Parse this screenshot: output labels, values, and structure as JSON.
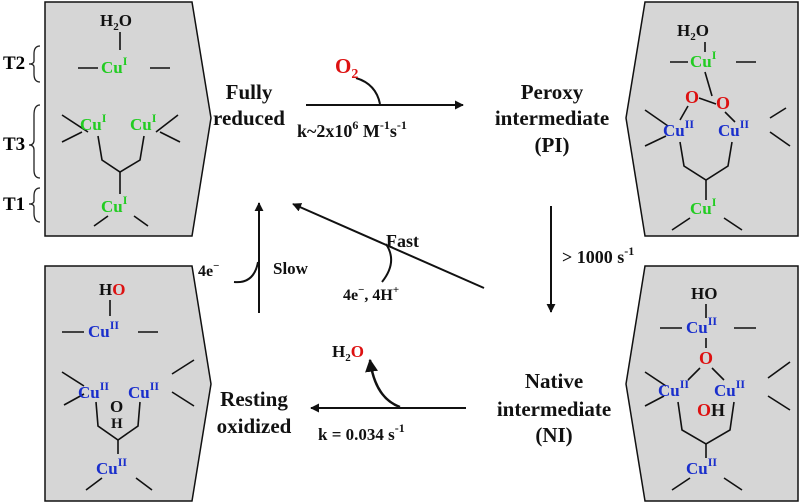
{
  "colors": {
    "panel_fill": "#d6d6d6",
    "panel_stroke": "#111111",
    "cu_I": "#22cc22",
    "cu_II": "#1a2fcc",
    "oxygen": "#dd1111",
    "text": "#111111"
  },
  "site_labels": {
    "t2": "T2",
    "t3": "T3",
    "t1": "T1"
  },
  "states": {
    "fully_reduced": {
      "line1": "Fully",
      "line2": "reduced"
    },
    "peroxy": {
      "line1": "Peroxy",
      "line2": "intermediate",
      "line3": "(PI)"
    },
    "native": {
      "line1": "Native",
      "line2": "intermediate",
      "line3": "(NI)"
    },
    "resting": {
      "line1": "Resting",
      "line2": "oxidized"
    }
  },
  "reactions": {
    "o2_reagent": {
      "main": "O",
      "sub": "2"
    },
    "rate_pi": {
      "main": "k~2x10",
      "exp1": "6",
      "mid": " M",
      "exp2": "-1",
      "mid2": "s",
      "exp3": "-1"
    },
    "rate_ni": {
      "main": "> 1000 s",
      "exp": "-1"
    },
    "fast": "Fast",
    "electrons_protons": {
      "e": "4e",
      "emin": "−",
      "sep": ", 4H",
      "hplus": "+"
    },
    "slow": "Slow",
    "electrons": {
      "e": "4e",
      "emin": "−"
    },
    "water_out": {
      "h": "H",
      "sub": "2",
      "o": "O"
    },
    "rate_ro": {
      "main": "k = 0.034 s",
      "exp": "-1"
    }
  },
  "ligands": {
    "water": {
      "h": "H",
      "sub": "2",
      "o": "O"
    },
    "hydroxo": {
      "h": "H",
      "o": "O"
    },
    "ho_black": "HO",
    "peroxo_o": "O",
    "oxo_o": "O",
    "oh_o": "O",
    "oh_h": "H",
    "bridge_o": "O",
    "bridge_h": "H"
  },
  "copper": {
    "symbol": "Cu",
    "ox_I": "I",
    "ox_II": "II"
  }
}
